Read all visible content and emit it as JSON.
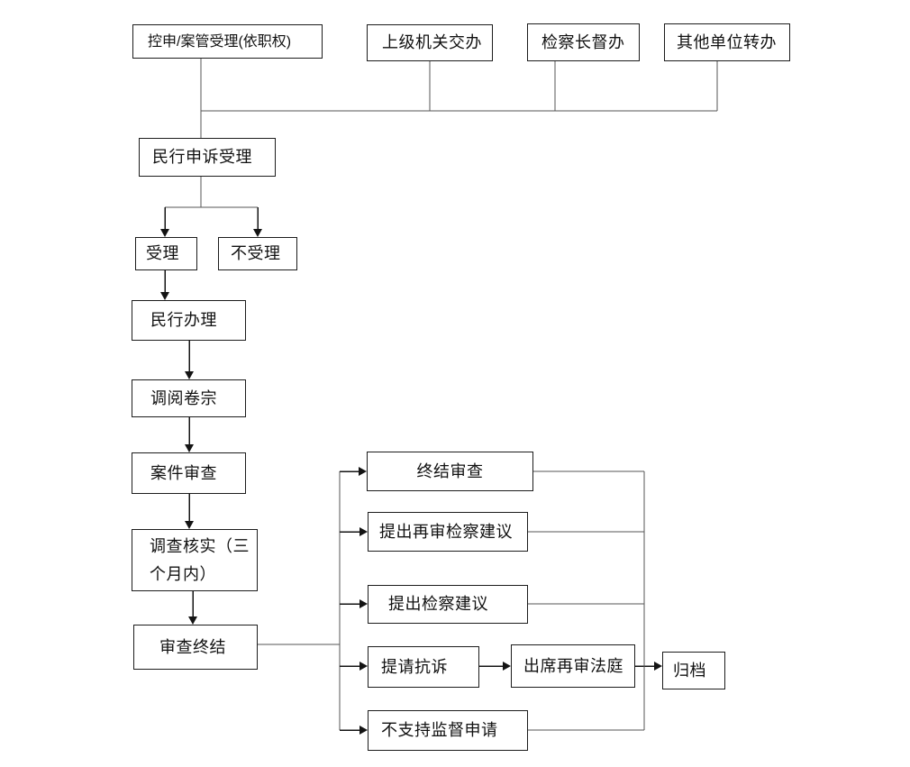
{
  "diagram": {
    "type": "flowchart",
    "background": "#ffffff",
    "box_fill": "#ffffff",
    "box_border_color": "#1c1c1c",
    "line_color": "#555555",
    "arrow_color": "#141414",
    "text_color": "#111111"
  },
  "nodes": [
    {
      "id": "kongshen-anguan-shouli",
      "label": "控申/案管受理(依职权)"
    },
    {
      "id": "shangji-jiguan-jiaoban",
      "label": "上级机关交办"
    },
    {
      "id": "jianchazhang-duban",
      "label": "检察长督办"
    },
    {
      "id": "qita-danwei-zhuanban",
      "label": "其他单位转办"
    },
    {
      "id": "minxing-shensu-shouli",
      "label": "民行申诉受理"
    },
    {
      "id": "shouli",
      "label": "受理"
    },
    {
      "id": "bu-shouli",
      "label": "不受理"
    },
    {
      "id": "minxing-banli",
      "label": "民行办理"
    },
    {
      "id": "diaoyue-juanzong",
      "label": "调阅卷宗"
    },
    {
      "id": "anjian-shencha",
      "label": "案件审查"
    },
    {
      "id": "diaocha-heshi",
      "label": "调查核实（三\n个月内）"
    },
    {
      "id": "shencha-zhongjie",
      "label": "审查终结"
    },
    {
      "id": "zhongjie-shencha",
      "label": "终结审查"
    },
    {
      "id": "zaishen-jiancha-jianyi",
      "label": "提出再审检察建议"
    },
    {
      "id": "jiancha-jianyi",
      "label": "提出检察建议"
    },
    {
      "id": "tiqing-kangsu",
      "label": "提请抗诉"
    },
    {
      "id": "chuxi-zaishen-fating",
      "label": "出席再审法庭"
    },
    {
      "id": "guidang",
      "label": "归档"
    },
    {
      "id": "buzhichi-jiandu-shenqing",
      "label": "不支持监督申请"
    }
  ],
  "edges": [
    {
      "from": "kongshen-anguan-shouli",
      "to": "minxing-shensu-shouli",
      "arrow": false
    },
    {
      "from": "shangji-jiguan-jiaoban",
      "to": "minxing-shensu-shouli",
      "arrow": false
    },
    {
      "from": "jianchazhang-duban",
      "to": "minxing-shensu-shouli",
      "arrow": false
    },
    {
      "from": "qita-danwei-zhuanban",
      "to": "minxing-shensu-shouli",
      "arrow": false
    },
    {
      "from": "minxing-shensu-shouli",
      "to": "shouli",
      "arrow": true
    },
    {
      "from": "minxing-shensu-shouli",
      "to": "bu-shouli",
      "arrow": true
    },
    {
      "from": "shouli",
      "to": "minxing-banli",
      "arrow": true
    },
    {
      "from": "minxing-banli",
      "to": "diaoyue-juanzong",
      "arrow": true
    },
    {
      "from": "diaoyue-juanzong",
      "to": "anjian-shencha",
      "arrow": true
    },
    {
      "from": "anjian-shencha",
      "to": "diaocha-heshi",
      "arrow": true
    },
    {
      "from": "diaocha-heshi",
      "to": "shencha-zhongjie",
      "arrow": true
    },
    {
      "from": "shencha-zhongjie",
      "to": "zhongjie-shencha",
      "arrow": true
    },
    {
      "from": "shencha-zhongjie",
      "to": "zaishen-jiancha-jianyi",
      "arrow": true
    },
    {
      "from": "shencha-zhongjie",
      "to": "jiancha-jianyi",
      "arrow": true
    },
    {
      "from": "shencha-zhongjie",
      "to": "tiqing-kangsu",
      "arrow": true
    },
    {
      "from": "shencha-zhongjie",
      "to": "buzhichi-jiandu-shenqing",
      "arrow": true
    },
    {
      "from": "tiqing-kangsu",
      "to": "chuxi-zaishen-fating",
      "arrow": true
    },
    {
      "from": "chuxi-zaishen-fating",
      "to": "guidang",
      "arrow": true
    },
    {
      "from": "zhongjie-shencha",
      "to": "guidang",
      "arrow": false
    },
    {
      "from": "zaishen-jiancha-jianyi",
      "to": "guidang",
      "arrow": false
    },
    {
      "from": "jiancha-jianyi",
      "to": "guidang",
      "arrow": false
    },
    {
      "from": "buzhichi-jiandu-shenqing",
      "to": "guidang",
      "arrow": false
    }
  ]
}
